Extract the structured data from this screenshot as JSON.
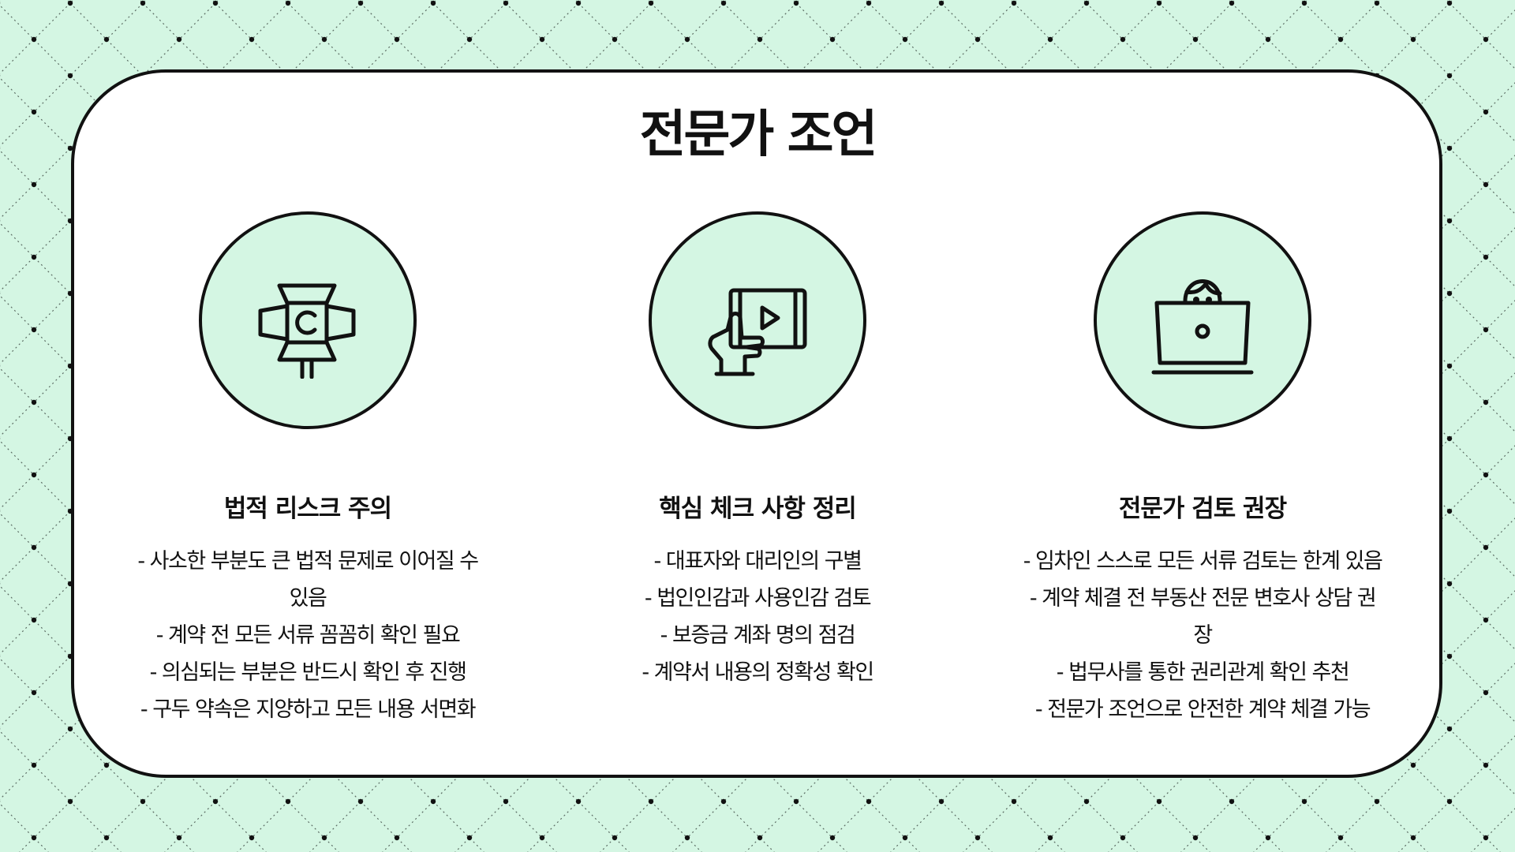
{
  "slide": {
    "title": "전문가 조언",
    "colors": {
      "background": "#d4f6e3",
      "card": "#ffffff",
      "outline": "#111111",
      "icon_fill": "#d4f6e3"
    }
  },
  "columns": [
    {
      "icon": "spotlight-c-icon",
      "heading": "법적 리스크 주의",
      "items": [
        "- 사소한 부분도 큰 법적 문제로 이어질 수 있음",
        "- 계약 전 모든 서류 꼼꼼히 확인 필요",
        "- 의심되는 부분은 반드시 확인 후 진행",
        "- 구두 약속은 지양하고 모든 내용 서면화"
      ]
    },
    {
      "icon": "hand-tablet-play-icon",
      "heading": "핵심 체크 사항 정리",
      "items": [
        "- 대표자와 대리인의 구별",
        "- 법인인감과 사용인감 검토",
        "- 보증금 계좌 명의 점검",
        "- 계약서 내용의 정확성 확인"
      ]
    },
    {
      "icon": "person-laptop-icon",
      "heading": "전문가 검토 권장",
      "items": [
        "- 임차인 스스로 모든 서류 검토는 한계 있음",
        "- 계약 체결 전 부동산 전문 변호사 상담 권장",
        "- 법무사를 통한 권리관계 확인 추천",
        "- 전문가 조언으로 안전한 계약 체결 가능"
      ]
    }
  ]
}
